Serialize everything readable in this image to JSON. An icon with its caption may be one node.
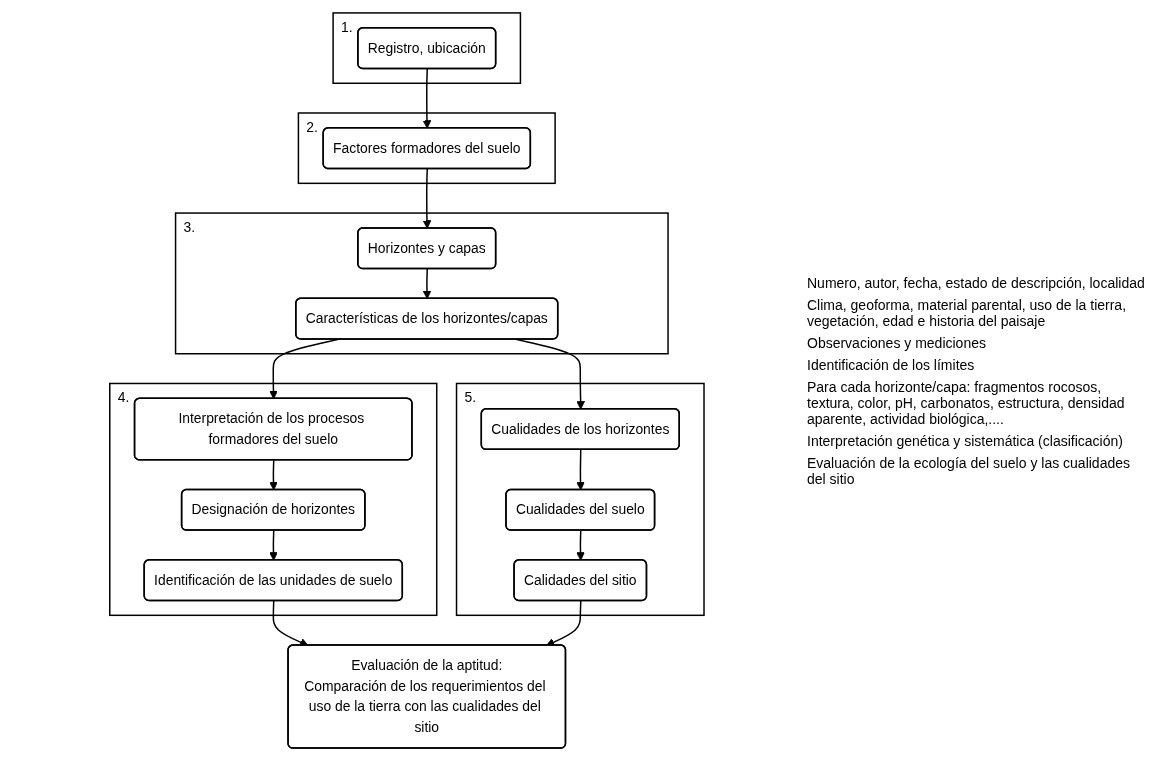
{
  "diagram": {
    "nodes": [
      {
        "text": [
          "1."
        ]
      },
      {
        "text": [
          "Registro, ubicación"
        ],
        "in": 0
      },
      {
        "text": [
          "2."
        ]
      },
      {
        "text": [
          "Factores formadores del suelo"
        ],
        "in": 2
      },
      {
        "text": [
          "3."
        ]
      },
      {
        "text": [
          "Horizontes y capas"
        ],
        "in": 4
      },
      {
        "text": [
          "Características de los horizontes/capas"
        ],
        "in": 4
      },
      {
        "text": [
          "4."
        ]
      },
      {
        "text": [
          "Interpretación de los procesos formadores del suelo"
        ],
        "in": 7
      },
      {
        "text": [
          "Designación de horizontes"
        ],
        "in": 7
      },
      {
        "text": [
          "Identificación de las unidades de suelo"
        ],
        "in": 7
      },
      {
        "text": [
          "5."
        ]
      },
      {
        "text": [
          "Cualidades de los horizontes"
        ],
        "in": 11
      },
      {
        "text": [
          "Cualidades del suelo"
        ],
        "in": 11
      },
      {
        "text": [
          "Calidades del sitio"
        ],
        "in": 11
      },
      {
        "text": [
          "Evaluación de la aptitud:",
          "Comparación de los requerimientos del uso de la tierra con las cualidades del sitio"
        ]
      }
    ],
    "edges": [
      {
        "from": 1,
        "to": 3,
        "arrow": "to"
      },
      {
        "from": 3,
        "to": 5,
        "arrow": "to"
      },
      {
        "from": 5,
        "to": 6,
        "arrow": "to"
      },
      {
        "from": 6,
        "to": 8,
        "arrow": "to"
      },
      {
        "from": 6,
        "to": 12,
        "arrow": "to"
      },
      {
        "from": 8,
        "to": 9,
        "arrow": "to"
      },
      {
        "from": 9,
        "to": 10,
        "arrow": "to"
      },
      {
        "from": 12,
        "to": 13,
        "arrow": "to"
      },
      {
        "from": 13,
        "to": 14,
        "arrow": "to"
      },
      {
        "from": 10,
        "to": 15,
        "arrow": "to"
      },
      {
        "from": 14,
        "to": 15,
        "arrow": "to"
      }
    ],
    "labels": [
      "Numero, autor, fecha, estado de descripción, localidad",
      "Clima, geoforma, material parental, uso de la tierra, vegetación, edad e historia del paisaje",
      "Observaciones y mediciones",
      "Identificación de los límites",
      "Para cada horizonte/capa: fragmentos rocosos, textura, color, pH, carbonatos, estructura, densidad aparente, actividad biológica,....",
      "Interpretación genética y sistemática (clasificación)",
      "Evaluación de la ecología del suelo y las cualidades del sitio"
    ]
  }
}
